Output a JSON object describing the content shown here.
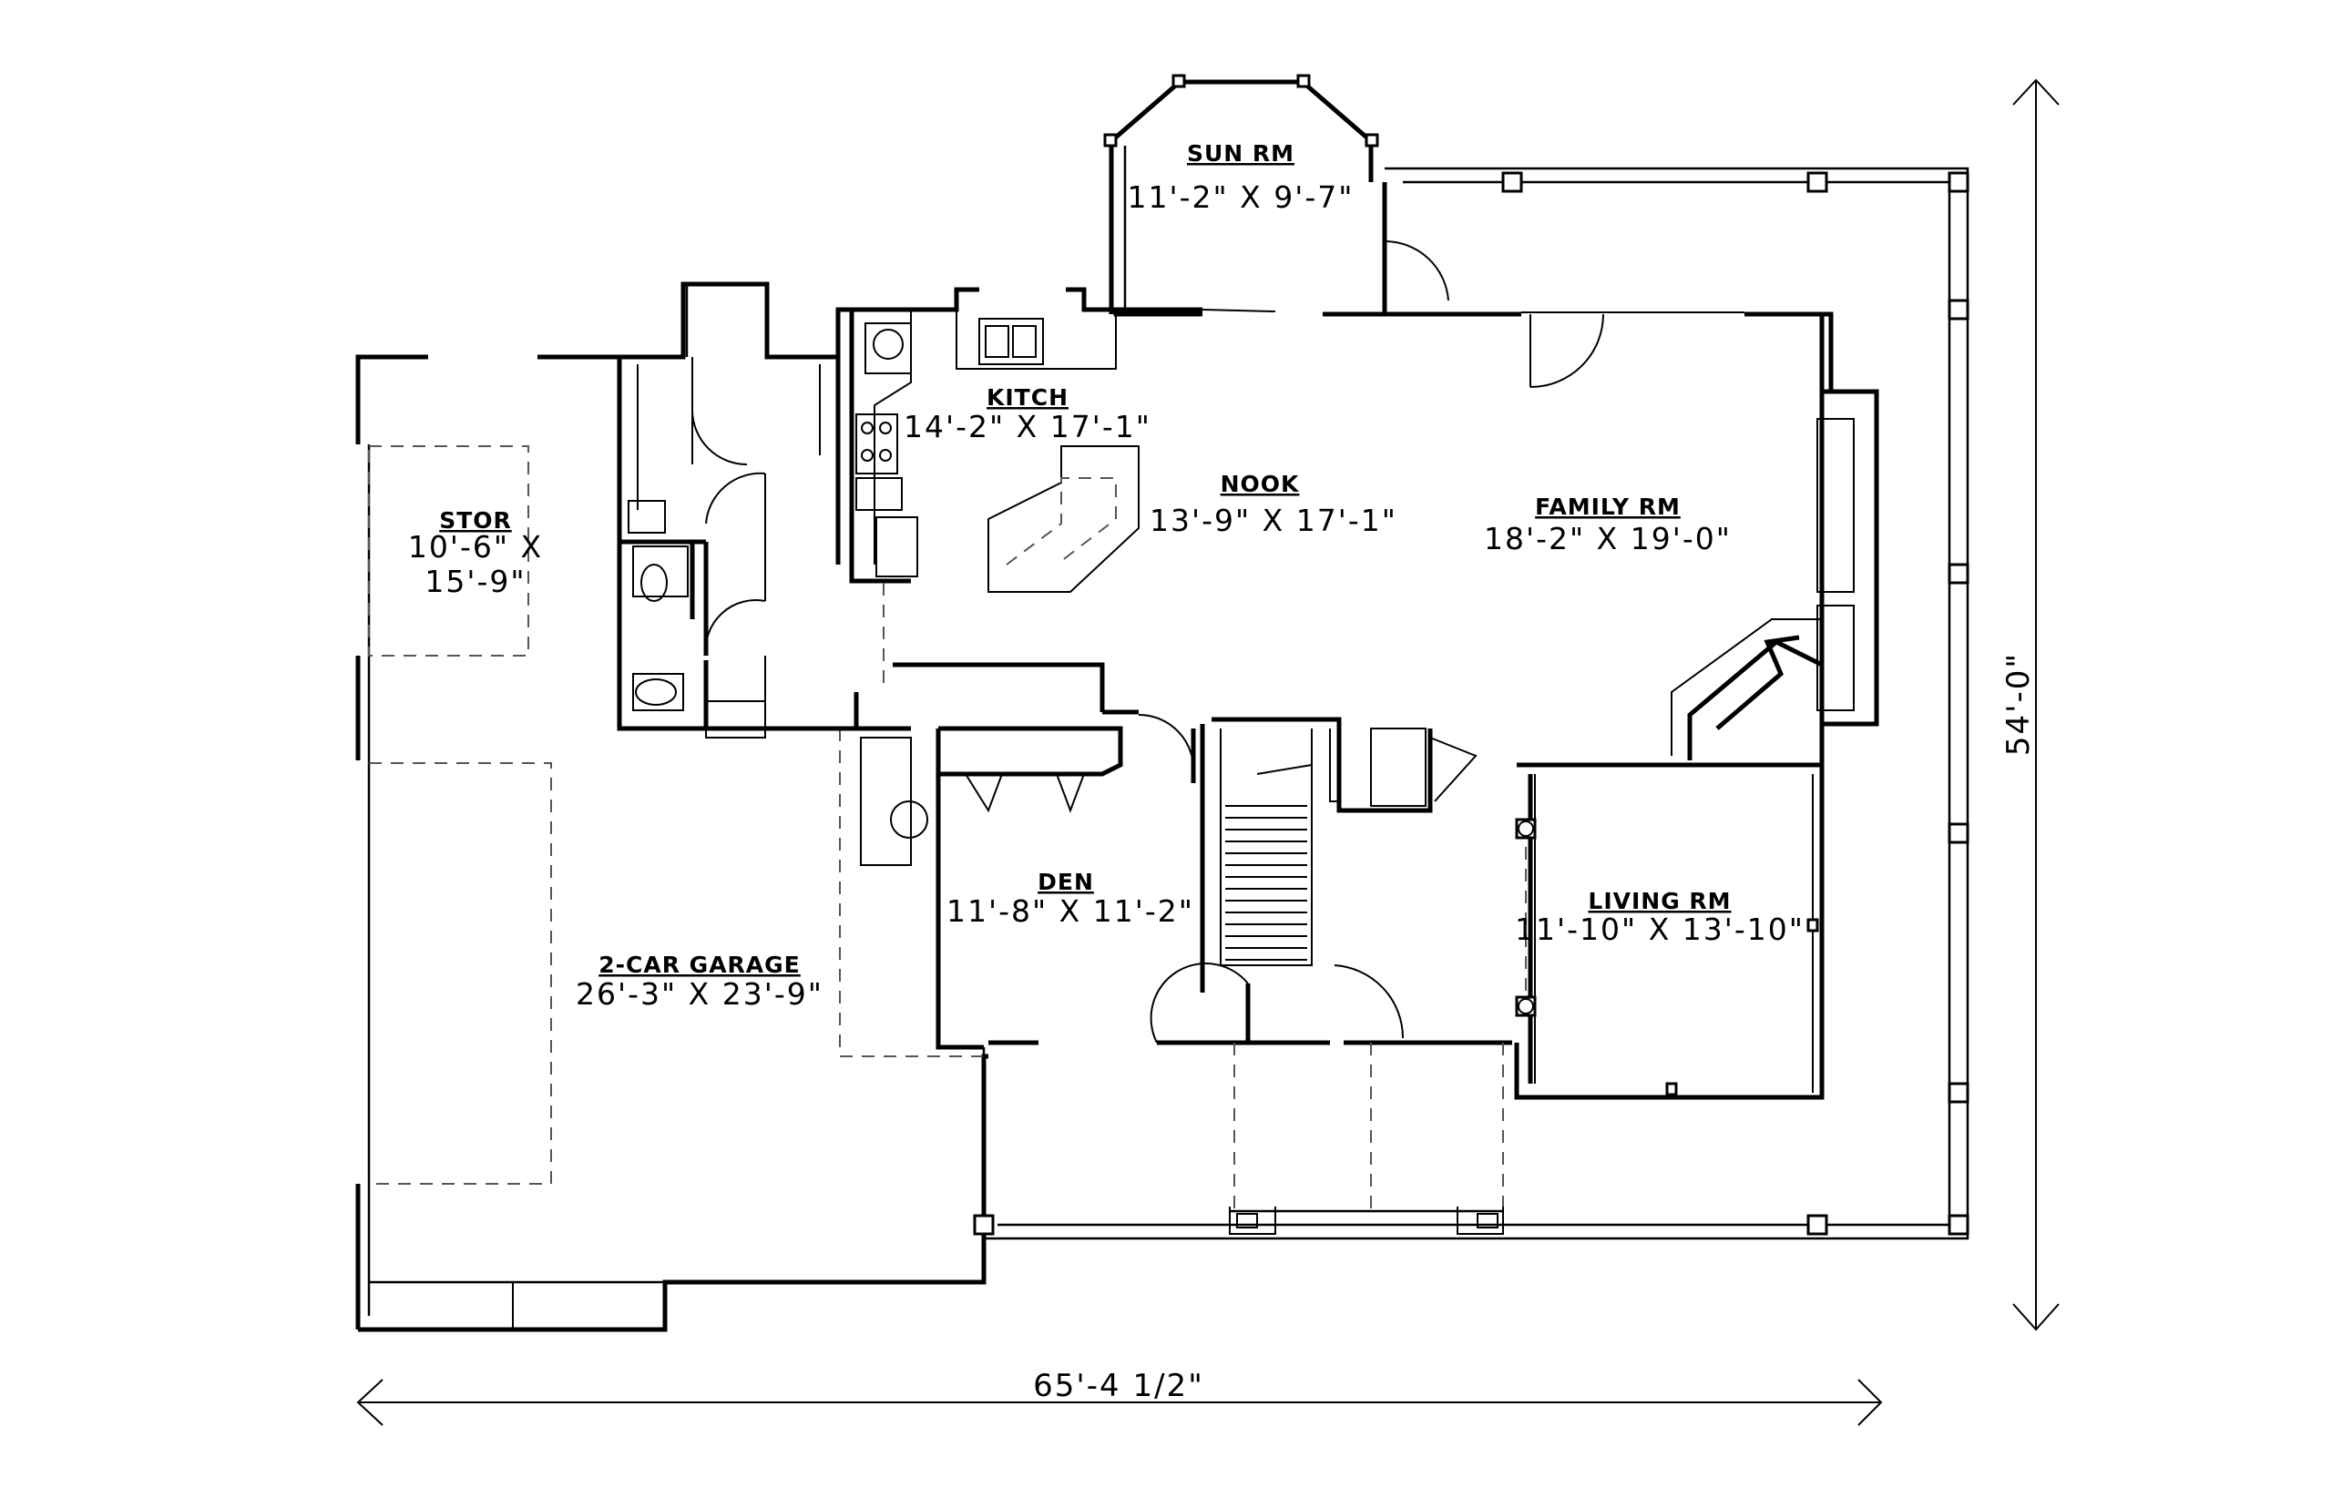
{
  "rooms": {
    "sun_rm": {
      "name": "SUN RM",
      "dim": "11'-2\" X 9'-7\""
    },
    "kitch": {
      "name": "KITCH",
      "dim": "14'-2\" X 17'-1\""
    },
    "nook": {
      "name": "NOOK",
      "dim": "13'-9\" X 17'-1\""
    },
    "family_rm": {
      "name": "FAMILY RM",
      "dim": "18'-2\" X 19'-0\""
    },
    "stor": {
      "name": "STOR",
      "dim_line1": "10'-6\" X",
      "dim_line2": "15'-9\""
    },
    "den": {
      "name": "DEN",
      "dim": "11'-8\" X 11'-2\""
    },
    "living_rm": {
      "name": "LIVING RM",
      "dim": "11'-10\" X 13'-10\""
    },
    "garage": {
      "name": "2-CAR GARAGE",
      "dim": "26'-3\" X 23'-9\""
    }
  },
  "overall": {
    "width": "65'-4 1/2\"",
    "depth": "54'-0\""
  }
}
